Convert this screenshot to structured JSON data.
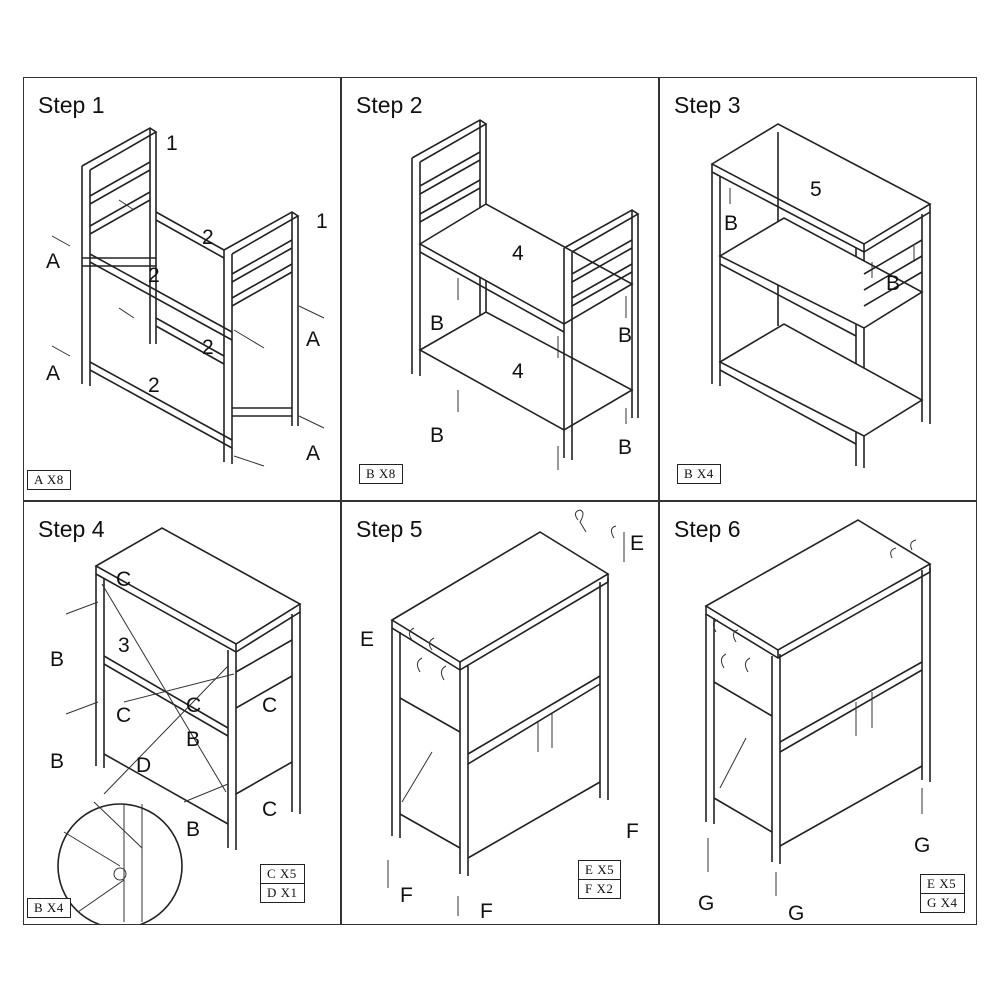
{
  "steps": [
    {
      "title": "Step 1",
      "labels": {
        "part1a": "1",
        "part1b": "1",
        "part2a": "2",
        "part2b": "2",
        "part2c": "2",
        "part2d": "2",
        "a": "A"
      },
      "hardware": [
        "A X8"
      ]
    },
    {
      "title": "Step 2",
      "labels": {
        "part4": "4",
        "b": "B"
      },
      "hardware": [
        "B X8"
      ]
    },
    {
      "title": "Step 3",
      "labels": {
        "part5": "5",
        "b": "B"
      },
      "hardware": [
        "B X4"
      ]
    },
    {
      "title": "Step 4",
      "labels": {
        "part3": "3",
        "b": "B",
        "c": "C",
        "d": "D"
      },
      "hardware": [
        "B X4",
        "C X5",
        "D X1"
      ]
    },
    {
      "title": "Step 5",
      "labels": {
        "e": "E",
        "f": "F"
      },
      "hardware": [
        "E X5",
        "F X2"
      ]
    },
    {
      "title": "Step 6",
      "labels": {
        "g": "G"
      },
      "hardware": [
        "E X5",
        "G X4"
      ]
    }
  ],
  "colors": {
    "line": "#222222",
    "background": "#ffffff"
  }
}
